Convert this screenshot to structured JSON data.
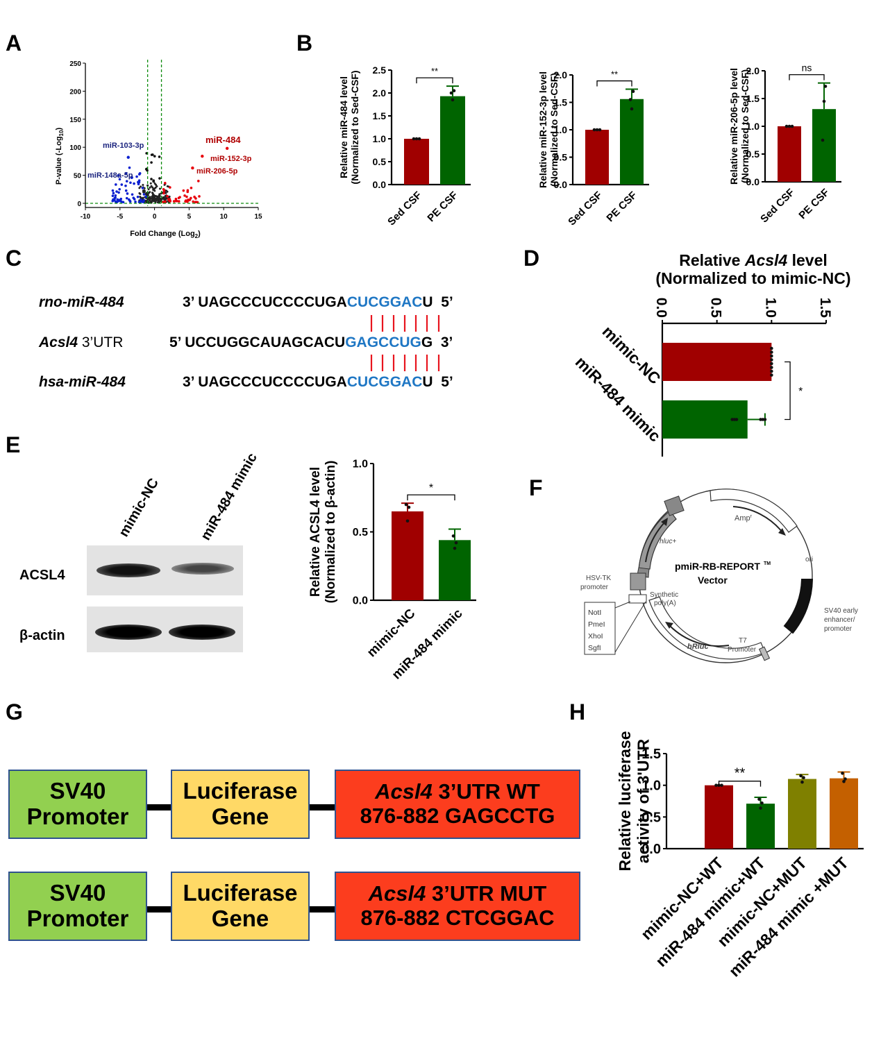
{
  "panels": {
    "A": "A",
    "B": "B",
    "C": "C",
    "D": "D",
    "E": "E",
    "F": "F",
    "G": "G",
    "H": "H"
  },
  "colors": {
    "red": "#a00000",
    "green": "#006400",
    "olive": "#7f8000",
    "orange": "#c46000",
    "blue_seq": "#1f77c4",
    "volcano_red": "#e8000b",
    "volcano_blue": "#0020c8"
  },
  "panelA": {
    "xlabel": "Fold Change (Log",
    "xlabel_sub": "2",
    "xlabel_end": ")",
    "ylabel": "P-value (-Log",
    "ylabel_sub": "10",
    "ylabel_end": ")",
    "xticks": [
      "-10",
      "-5",
      "0",
      "5",
      "10",
      "15"
    ],
    "yticks": [
      "0",
      "50",
      "100",
      "150",
      "200",
      "250"
    ],
    "labels": {
      "mir484": "miR-484",
      "mir152": "miR-152-3p",
      "mir206": "miR-206-5p",
      "mir103": "miR-103-3p",
      "mir148": "miR-148a-5p"
    }
  },
  "chart_data": [
    {
      "type": "scatter",
      "id": "A",
      "xlabel": "Fold Change (Log2)",
      "ylabel": "P-value (-Log10)",
      "xlim": [
        -10,
        15
      ],
      "ylim": [
        0,
        250
      ],
      "thresholds_x": [
        -1,
        1
      ],
      "threshold_y": 0,
      "highlighted": [
        {
          "name": "miR-484",
          "x": 10.5,
          "y": 98
        },
        {
          "name": "miR-152-3p",
          "x": 6.9,
          "y": 84
        },
        {
          "name": "miR-206-5p",
          "x": 5.5,
          "y": 63
        },
        {
          "name": "miR-103-3p",
          "x": -3.8,
          "y": 82
        },
        {
          "name": "miR-148a-5p",
          "x": -3.3,
          "y": 46
        }
      ]
    },
    {
      "type": "bar",
      "id": "B1",
      "categories": [
        "Sed CSF",
        "PE CSF"
      ],
      "values": [
        1.0,
        1.93
      ],
      "errors": [
        0,
        0.22
      ],
      "ylabel": "Relative miR-484 level",
      "ylabel2": "(Normalized to Sed-CSF)",
      "ylim": [
        0,
        2.5
      ],
      "yticks": [
        "0.0",
        "0.5",
        "1.0",
        "1.5",
        "2.0",
        "2.5"
      ],
      "sig": "**",
      "points": [
        [
          1,
          1,
          1
        ],
        [
          2.0,
          1.85,
          2.05
        ]
      ]
    },
    {
      "type": "bar",
      "id": "B2",
      "categories": [
        "Sed CSF",
        "PE CSF"
      ],
      "values": [
        1.0,
        1.56
      ],
      "errors": [
        0,
        0.18
      ],
      "ylabel": "Relative miR-152-3p level",
      "ylabel2": "(Normalized to Sed-CSF)",
      "ylim": [
        0,
        2.0
      ],
      "yticks": [
        "0.0",
        "0.5",
        "1.0",
        "1.5",
        "2.0"
      ],
      "sig": "**",
      "points": [
        [
          1,
          1,
          1
        ],
        [
          1.55,
          1.38,
          1.7
        ]
      ]
    },
    {
      "type": "bar",
      "id": "B3",
      "categories": [
        "Sed CSF",
        "PE CSF"
      ],
      "values": [
        1.0,
        1.31
      ],
      "errors": [
        0,
        0.47
      ],
      "ylabel": "Relative miR-206-5p level",
      "ylabel2": "(Normalized to Sed-CSF)",
      "ylim": [
        0,
        2.0
      ],
      "yticks": [
        "0.0",
        "0.5",
        "1.0",
        "1.5",
        "2.0"
      ],
      "sig": "ns",
      "points": [
        [
          1,
          1,
          1
        ],
        [
          0.75,
          1.45,
          1.72
        ]
      ]
    },
    {
      "type": "bar",
      "id": "D",
      "orientation": "horizontal",
      "categories": [
        "mimic-NC",
        "miR-484 mimic"
      ],
      "values": [
        1.0,
        0.78
      ],
      "errors": [
        0,
        0.16
      ],
      "title": "Relative Acsl4 level",
      "title2": "(Normalized to mimic-NC)",
      "xlim": [
        0,
        1.5
      ],
      "xticks": [
        "0.0",
        "0.5",
        "1.0",
        "1.5"
      ],
      "sig": "*"
    },
    {
      "type": "bar",
      "id": "E",
      "categories": [
        "mimic-NC",
        "miR-484 mimic"
      ],
      "values": [
        0.65,
        0.44
      ],
      "errors": [
        0.06,
        0.08
      ],
      "ylabel": "Relative ACSL4 level",
      "ylabel2": "(Normalized to β-actin)",
      "ylim": [
        0,
        1.0
      ],
      "yticks": [
        "0.0",
        "0.5",
        "1.0"
      ],
      "sig": "*",
      "points": [
        [
          0.7,
          0.58,
          0.68
        ],
        [
          0.47,
          0.38,
          0.42
        ]
      ]
    },
    {
      "type": "bar",
      "id": "H",
      "categories": [
        "mimic-NC+WT",
        "miR-484 mimic+WT",
        "mimic-NC+MUT",
        "miR-484 mimic +MUT"
      ],
      "values": [
        1.0,
        0.71,
        1.1,
        1.11
      ],
      "errors": [
        0,
        0.1,
        0.07,
        0.1
      ],
      "ylabel": "Relative luciferase",
      "ylabel2": "activity  of 3'UTR",
      "ylim": [
        0,
        1.5
      ],
      "yticks": [
        "0.0",
        "0.5",
        "1.0",
        "1.5"
      ],
      "sig": "**",
      "points": [
        [
          1,
          1,
          1
        ],
        [
          0.78,
          0.64,
          0.72
        ],
        [
          1.15,
          1.05,
          1.12
        ],
        [
          1.19,
          1.06,
          1.1
        ]
      ]
    }
  ],
  "panelC": {
    "names": {
      "rno": "rno-miR-484",
      "acsl_italic": "Acsl4",
      "acsl_rest": " 3’UTR",
      "hsa": "hsa-miR-484"
    },
    "rno": {
      "prefix": "3’ UAGCCCUCCCCUGA",
      "seed": "CUCGGAC",
      "suffix": "U  5’"
    },
    "acsl": {
      "prefix": "5’ UCCUGGCAUAGCACU",
      "seed": "GAGCCUG",
      "suffix": "G  3’"
    },
    "hsa": {
      "prefix": "3’ UAGCCCUCCCCUGA",
      "seed": "CUCGGAC",
      "suffix": "U  5’"
    }
  },
  "panelD": {
    "title_pre": "Relative ",
    "title_italic": "Acsl4",
    "title_post": " level",
    "title2": "(Normalized to mimic-NC)"
  },
  "panelE": {
    "lane1": "mimic-NC",
    "lane2": "miR-484 mimic",
    "row1": "ACSL4",
    "row2": "β-actin"
  },
  "panelF": {
    "title": "pmiR-RB-REPORT",
    "tm": "TM",
    "subtitle": "Vector",
    "amp": "Amp",
    "amp_sup": "r",
    "ori": "ori",
    "hluc": "hluc+",
    "hrluc": "hRluc",
    "hsv": "HSV-TK",
    "hsv2": "promoter",
    "synth": "Synthetic",
    "synth2": "poly(A)",
    "sv40": "SV40 early",
    "sv40_2": "enhancer/",
    "sv40_3": "promoter",
    "t7": "T7",
    "t7_2": "Promoter",
    "sites": [
      "NotI",
      "PmeI",
      "XhoI",
      "SgfI"
    ]
  },
  "panelG": {
    "row1": {
      "promoter": "SV40\nPromoter",
      "gene": "Luciferase\nGene",
      "utr_italic": "Acsl4",
      "utr_rest": " 3’UTR WT",
      "utr_line2": "876-882 GAGCCTG"
    },
    "row2": {
      "promoter": "SV40\nPromoter",
      "gene": "Luciferase\nGene",
      "utr_italic": "Acsl4",
      "utr_rest": " 3’UTR MUT",
      "utr_line2": "876-882 CTCGGAC"
    }
  }
}
